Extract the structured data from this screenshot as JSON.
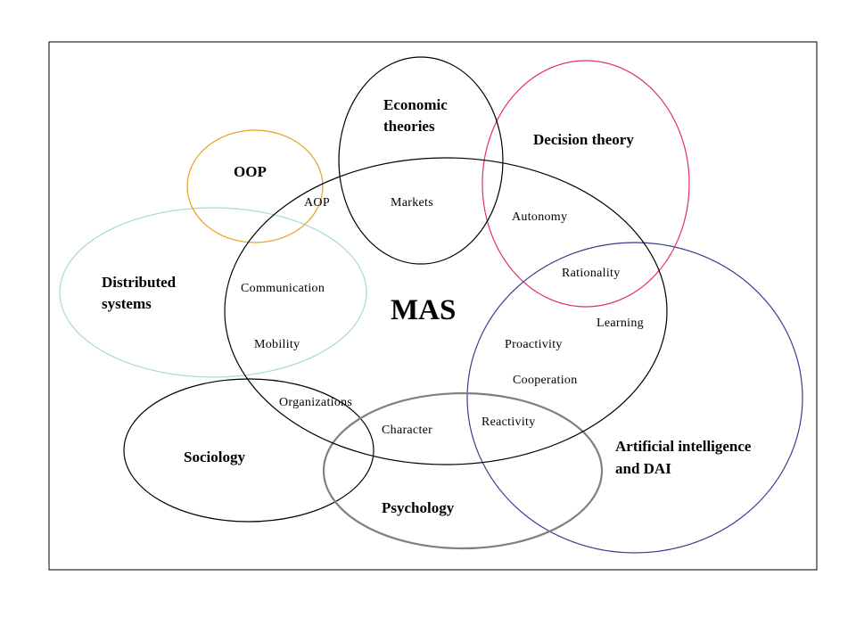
{
  "diagram": {
    "center_label": "MAS",
    "domains": [
      {
        "id": "economic-theories",
        "lines": [
          "Economic",
          "theories"
        ],
        "color": "#000000"
      },
      {
        "id": "decision-theory",
        "lines": [
          "Decision theory"
        ],
        "color": "#e0306a"
      },
      {
        "id": "oop",
        "lines": [
          "OOP"
        ],
        "color": "#e8a020"
      },
      {
        "id": "distributed-systems",
        "lines": [
          "Distributed",
          "systems"
        ],
        "color": "#a8d8d8"
      },
      {
        "id": "sociology",
        "lines": [
          "Sociology"
        ],
        "color": "#000000"
      },
      {
        "id": "psychology",
        "lines": [
          "Psychology"
        ],
        "color": "#808080"
      },
      {
        "id": "artificial-intelligence",
        "lines": [
          "Artificial intelligence",
          "and DAI"
        ],
        "color": "#3a3a90"
      },
      {
        "id": "mas",
        "lines": [],
        "color": "#000000"
      }
    ],
    "concepts": [
      "AOP",
      "Markets",
      "Autonomy",
      "Rationality",
      "Communication",
      "Learning",
      "Mobility",
      "Proactivity",
      "Cooperation",
      "Organizations",
      "Reactivity",
      "Character"
    ]
  }
}
